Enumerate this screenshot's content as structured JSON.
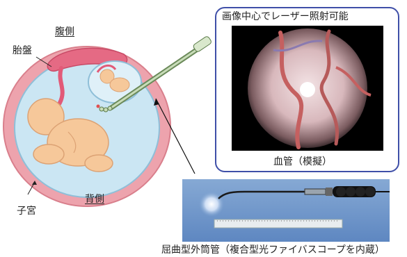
{
  "labels": {
    "front_side": "腹側",
    "placenta": "胎盤",
    "uterus": "子宮",
    "back_side": "背側",
    "endoscope_title": "画像中心でレーザー照射可能",
    "vessel_caption": "血管（模擬）",
    "device_caption": "屈曲型外筒管（複合型光ファイバスコープを内蔵）"
  },
  "colors": {
    "frame_blue": "#3f4fa8",
    "uterus_wall": "#e79aa4",
    "amniotic_fluid": "#cbe6f3",
    "fetus_skin": "#f6c89a",
    "placenta": "#e25a78"
  }
}
